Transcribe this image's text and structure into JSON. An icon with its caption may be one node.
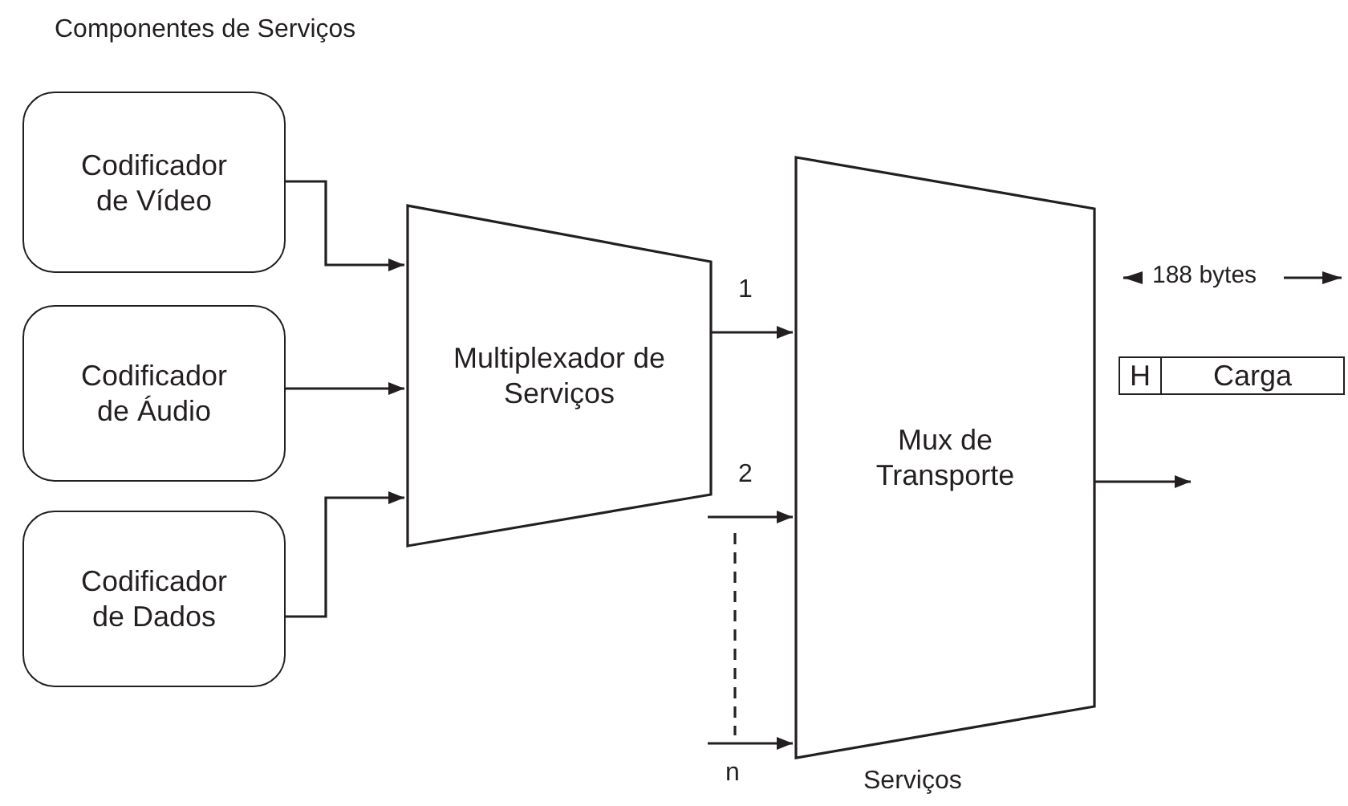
{
  "diagram": {
    "title": "Componentes de Serviços",
    "nodes": [
      {
        "text": [
          "Codificador de Vídeo"
        ]
      },
      {
        "text": [
          "Codificador de Áudio"
        ]
      },
      {
        "text": [
          "Codificador de Dados"
        ]
      },
      {
        "text": [
          "Multiplexador de Serviços"
        ]
      },
      {
        "text": [
          "Mux de Transporte"
        ]
      },
      {
        "text": [
          "H"
        ]
      },
      {
        "text": [
          "Carga"
        ]
      }
    ],
    "edges": [
      {
        "from": 0,
        "to": 3,
        "arrow": "to"
      },
      {
        "from": 1,
        "to": 3,
        "arrow": "to"
      },
      {
        "from": 2,
        "to": 3,
        "arrow": "to"
      },
      {
        "from": 3,
        "to": 4,
        "arrow": "to",
        "label": "1"
      },
      {
        "from": null,
        "to": 4,
        "arrow": "to",
        "label": "2"
      },
      {
        "from": null,
        "to": 4,
        "arrow": "to",
        "label": "n"
      },
      {
        "from": 4,
        "to": null,
        "arrow": "to"
      }
    ],
    "labels": [
      "188 bytes",
      "Serviços"
    ]
  }
}
